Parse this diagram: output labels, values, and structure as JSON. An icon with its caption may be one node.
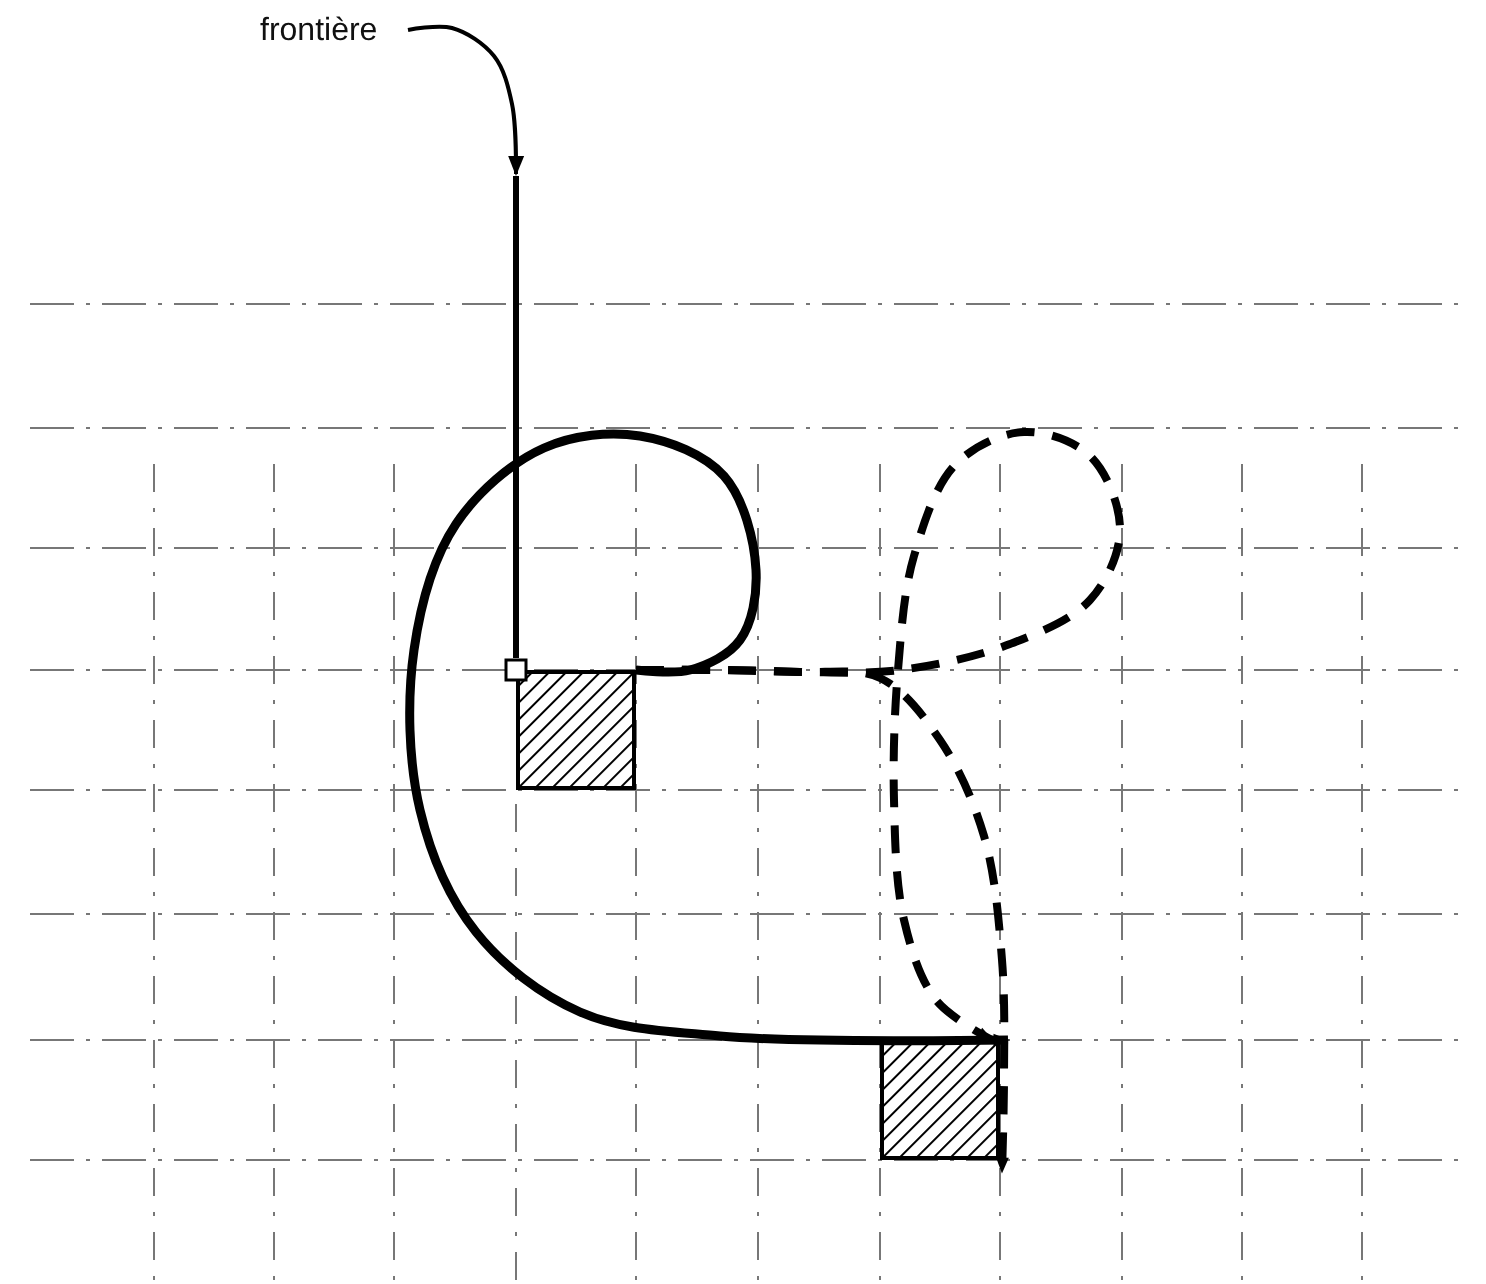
{
  "diagram": {
    "nodes": [
      {
        "text": [
          "frontière"
        ]
      },
      {
        "text": [],
        "shape": "line"
      },
      {
        "text": [],
        "shape": "box"
      },
      {
        "text": [],
        "shape": "box"
      }
    ],
    "edges": [
      {
        "from": 0,
        "to": 1,
        "arrow": "to"
      },
      {
        "from": 2,
        "to": 3,
        "arrow": "to"
      },
      {
        "from": 2,
        "to": 3,
        "arrow": "to",
        "style": "dashed"
      },
      {
        "from": 2,
        "to": 3,
        "arrow": "to",
        "style": "dashed"
      }
    ]
  }
}
